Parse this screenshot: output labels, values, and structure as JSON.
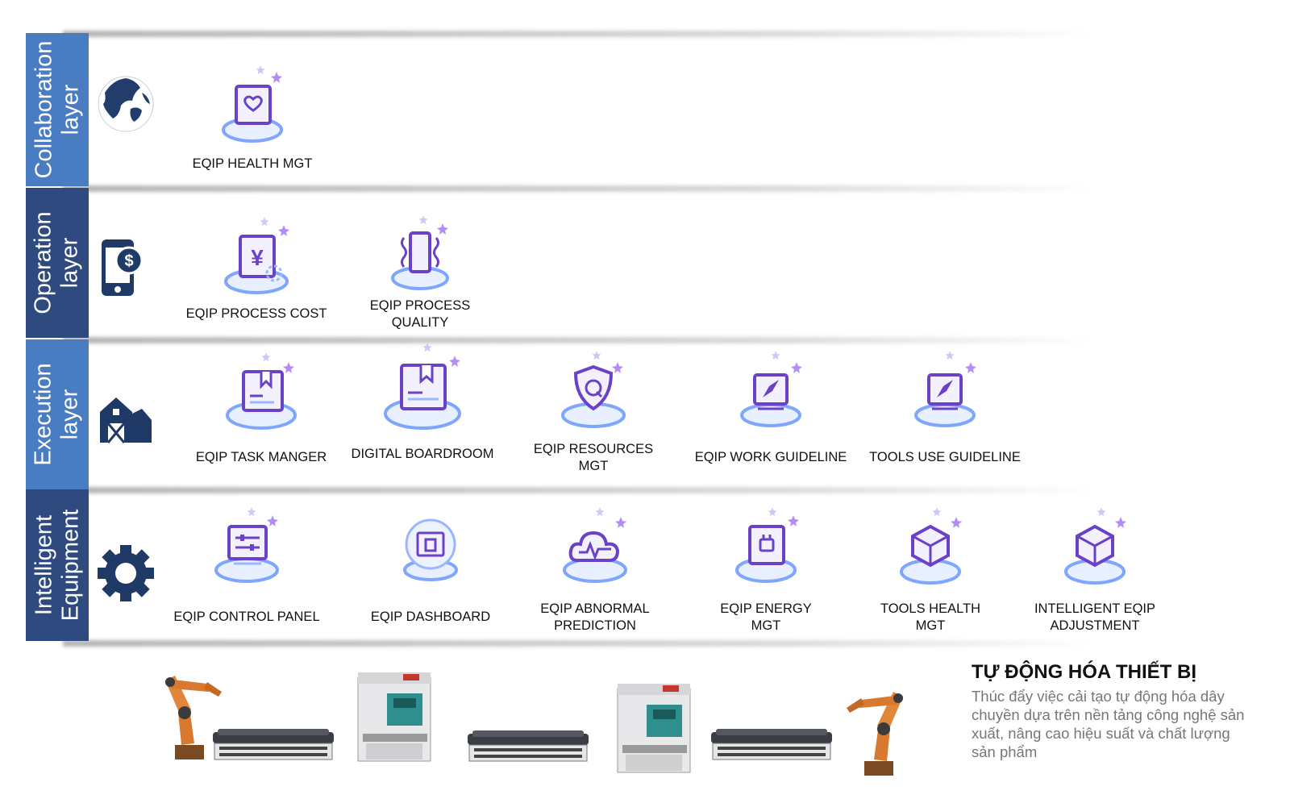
{
  "layers": [
    {
      "title_line1": "Collaboration",
      "title_line2": "layer",
      "color": "#4a7cc2",
      "icon": "globe-icon",
      "modules": [
        {
          "label": "EQIP HEALTH MGT",
          "icon": "health-monitor-icon"
        }
      ]
    },
    {
      "title_line1": "Operation",
      "title_line2": "layer",
      "color": "#2f4a7e",
      "icon": "mobile-dollar-icon",
      "modules": [
        {
          "label": "EQIP PROCESS COST",
          "icon": "yen-board-icon"
        },
        {
          "label": "EQIP PROCESS\nQUALITY",
          "icon": "vibrating-phone-icon"
        }
      ]
    },
    {
      "title_line1": "Execution",
      "title_line2": "layer",
      "color": "#4a7cc2",
      "icon": "barn-icon",
      "modules": [
        {
          "label": "EQIP TASK MANGER",
          "icon": "bookmark-screen-icon"
        },
        {
          "label": "DIGITAL BOARDROOM",
          "icon": "bookmark-board-icon"
        },
        {
          "label": "EQIP RESOURCES\nMGT",
          "icon": "shield-q-icon"
        },
        {
          "label": "EQIP WORK GUIDELINE",
          "icon": "compass-screen-icon"
        },
        {
          "label": "TOOLS USE GUIDELINE",
          "icon": "compass-screen-icon"
        }
      ]
    },
    {
      "title_line1": "Intelligent",
      "title_line2": "Equipment",
      "color": "#2f4a7e",
      "icon": "gear-icon",
      "modules": [
        {
          "label": "EQIP CONTROL PANEL",
          "icon": "control-panel-icon"
        },
        {
          "label": "EQIP DASHBOARD",
          "icon": "dashboard-sphere-icon"
        },
        {
          "label": "EQIP ABNORMAL\nPREDICTION",
          "icon": "cloud-pulse-icon"
        },
        {
          "label": "EQIP ENERGY\nMGT",
          "icon": "energy-plug-icon"
        },
        {
          "label": "TOOLS HEALTH\nMGT",
          "icon": "cube-icon"
        },
        {
          "label": "INTELLIGENT EQIP\nADJUSTMENT",
          "icon": "cube-icon"
        }
      ]
    }
  ],
  "footer": {
    "title": "TỰ ĐỘNG HÓA THIẾT BỊ",
    "description": "Thúc đẩy việc cải tạo tự động hóa dây chuyền dựa trên nền tảng công nghệ sản xuất, nâng cao hiệu suất và chất lượng sản phẩm"
  },
  "machines": [
    "robot-arm-icon",
    "conveyor-icon",
    "press-machine-icon",
    "conveyor-icon",
    "press-machine-icon",
    "conveyor-icon",
    "robot-arm-icon"
  ]
}
